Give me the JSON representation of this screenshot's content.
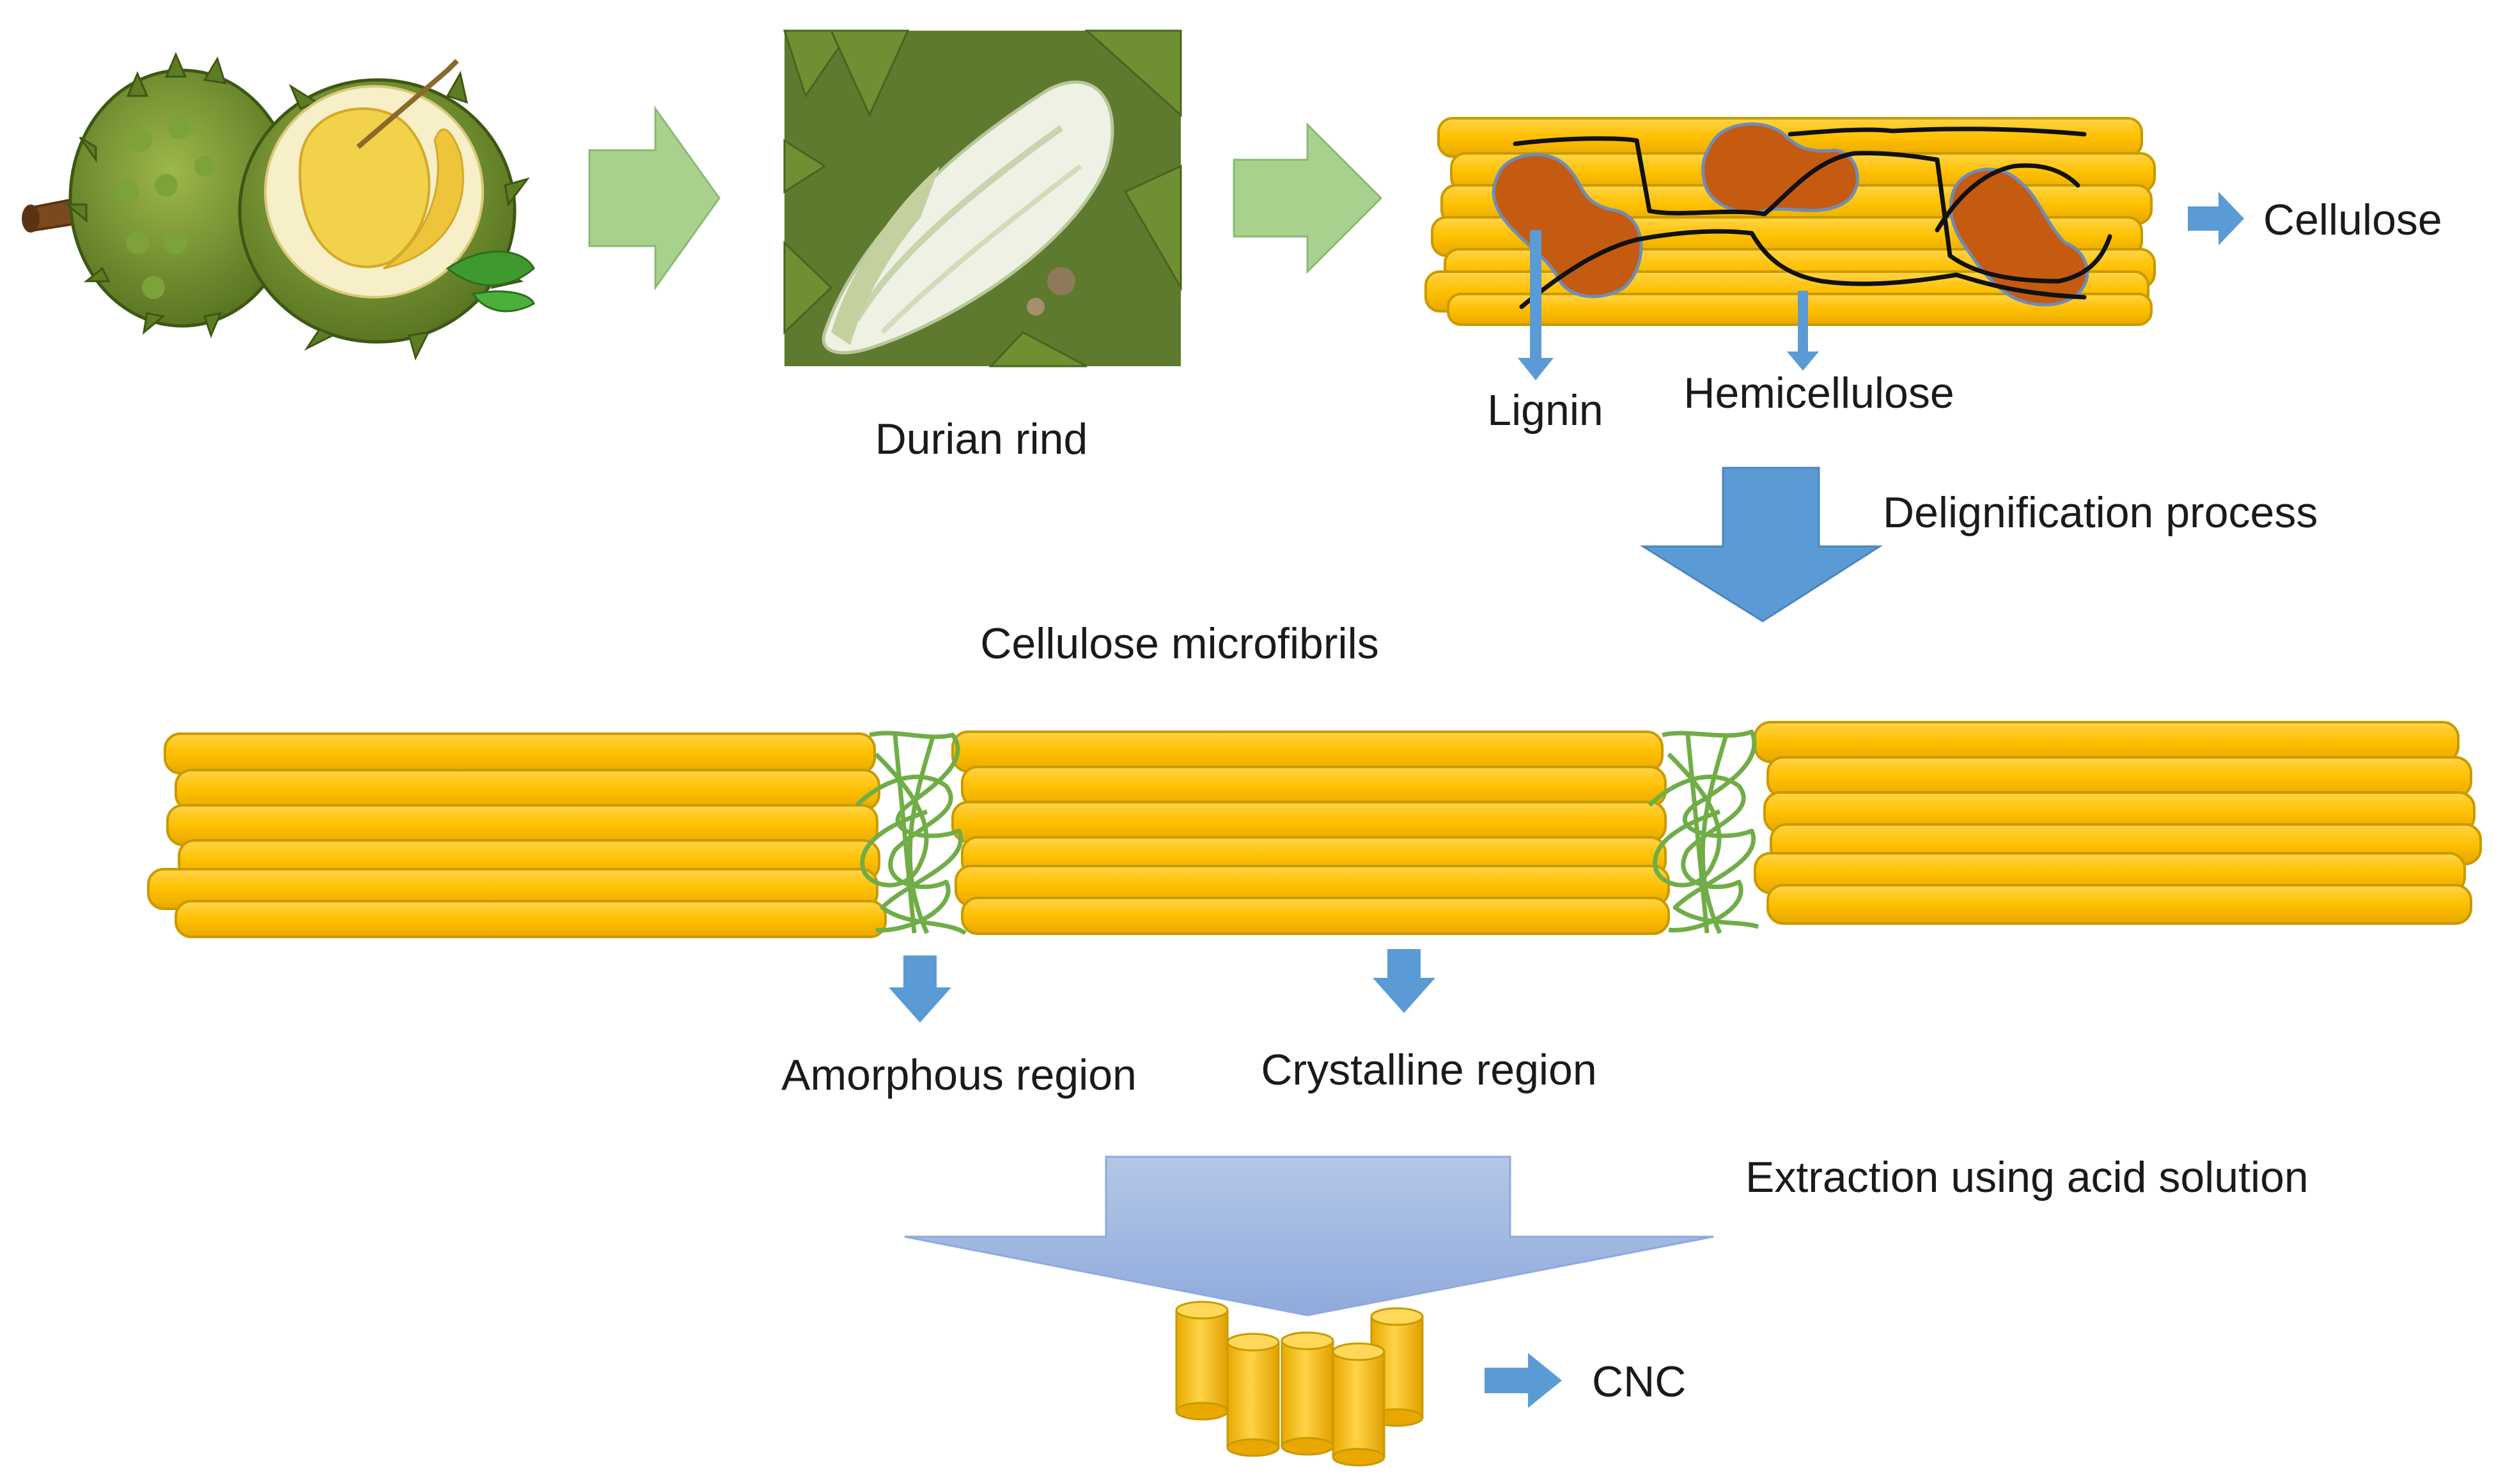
{
  "labels": {
    "durian_rind": "Durian rind",
    "cellulose": "Cellulose",
    "lignin": "Lignin",
    "hemicellulose": "Hemicellulose",
    "delignification": "Delignification process",
    "microfibrils": "Cellulose microfibrils",
    "amorphous": "Amorphous region",
    "crystalline": "Crystalline region",
    "extraction": "Extraction using acid solution",
    "cnc": "CNC"
  },
  "colors": {
    "cellulose_fiber": "#FFC000",
    "fiber_outline": "#C99A00",
    "lignin_blob": "#C55A11",
    "amorphous_tangle": "#70AD47",
    "process_arrow_green": "#A9D18E",
    "pointer_blue": "#5B9BD5",
    "extraction_arrow_top": "#B4C7E7",
    "extraction_arrow_bottom": "#8FAADC",
    "durian_shell": "#6B8E23",
    "durian_flesh": "#F2D14B"
  }
}
